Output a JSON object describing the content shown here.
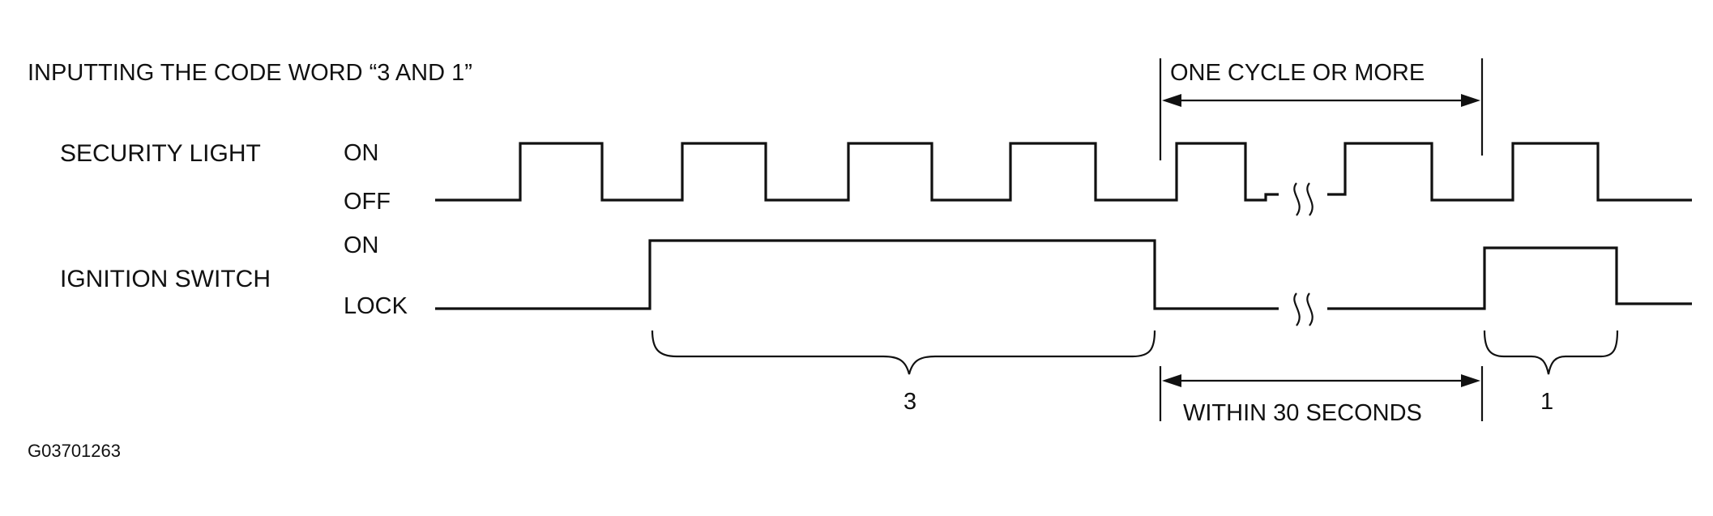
{
  "diagram": {
    "title": "INPUTTING THE CODE WORD “3 AND 1”",
    "signals": [
      {
        "name": "SECURITY LIGHT",
        "high_label": "ON",
        "low_label": "OFF"
      },
      {
        "name": "IGNITION SWITCH",
        "high_label": "ON",
        "low_label": "LOCK"
      }
    ],
    "annotations": {
      "one_cycle": "ONE CYCLE OR MORE",
      "within": "WITHIN 30 SECONDS",
      "count_first": "3",
      "count_second": "1"
    },
    "figure_id": "G03701263"
  }
}
